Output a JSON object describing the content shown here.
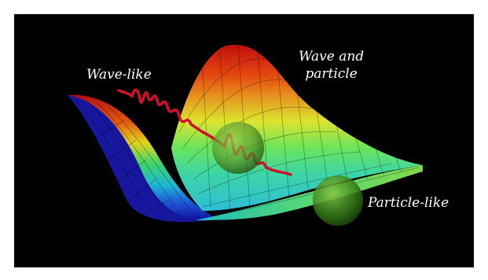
{
  "labels": {
    "wave_like": "Wave-like",
    "wave_and_particle_line1": "Wave and",
    "wave_and_particle_line2": "particle",
    "particle_like": "Particle-like"
  },
  "colors": {
    "background": "#000000",
    "frame": "#ffffff",
    "wave_packet": "#d0102a",
    "particle_sphere": "#3f8a1e",
    "label_text": "#ffffff"
  },
  "icons": {
    "wave_packet": "wave-packet-icon",
    "particle": "particle-sphere-icon"
  }
}
